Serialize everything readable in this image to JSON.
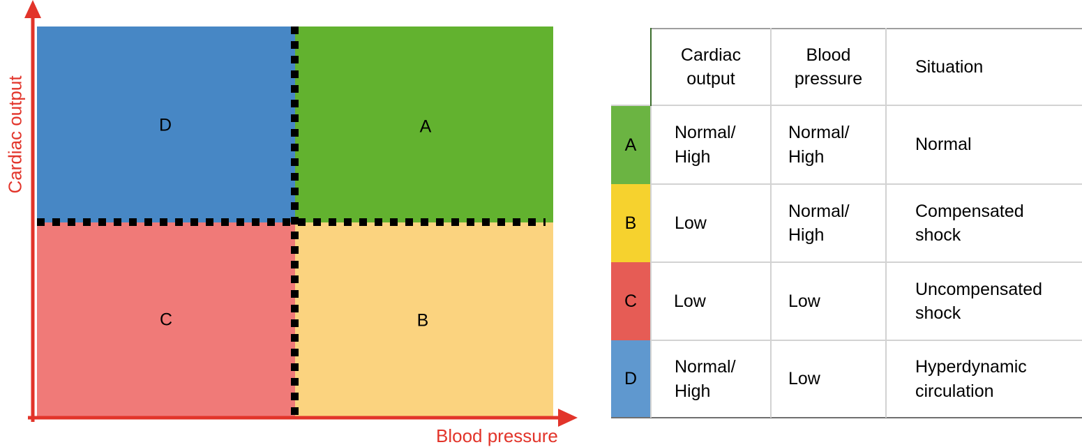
{
  "colors": {
    "quadrant_A": "#62b22f",
    "quadrant_B": "#fbd37f",
    "quadrant_C": "#f07a78",
    "quadrant_D": "#4787c5",
    "row_A": "#6bb442",
    "row_B": "#f6d22e",
    "row_C": "#e65c55",
    "row_D": "#5f98cf",
    "axis": "#e2342a"
  },
  "diagram": {
    "y_axis_label": "Cardiac output",
    "x_axis_label": "Blood pressure",
    "quadrants": {
      "A": "A",
      "B": "B",
      "C": "C",
      "D": "D"
    }
  },
  "table": {
    "headers": {
      "cardiac_output": [
        "Cardiac",
        "output"
      ],
      "blood_pressure": [
        "Blood",
        "pressure"
      ],
      "situation": "Situation"
    },
    "rows": [
      {
        "letter": "A",
        "cardiac_output": [
          "Normal/",
          "High"
        ],
        "blood_pressure": [
          "Normal/",
          "High"
        ],
        "situation": [
          "Normal"
        ]
      },
      {
        "letter": "B",
        "cardiac_output": [
          "Low"
        ],
        "blood_pressure": [
          "Normal/",
          "High"
        ],
        "situation": [
          "Compensated",
          "shock"
        ]
      },
      {
        "letter": "C",
        "cardiac_output": [
          "Low"
        ],
        "blood_pressure": [
          "Low"
        ],
        "situation": [
          "Uncompensated",
          "shock"
        ]
      },
      {
        "letter": "D",
        "cardiac_output": [
          "Normal/",
          "High"
        ],
        "blood_pressure": [
          "Low"
        ],
        "situation": [
          "Hyperdynamic",
          "circulation"
        ]
      }
    ]
  }
}
